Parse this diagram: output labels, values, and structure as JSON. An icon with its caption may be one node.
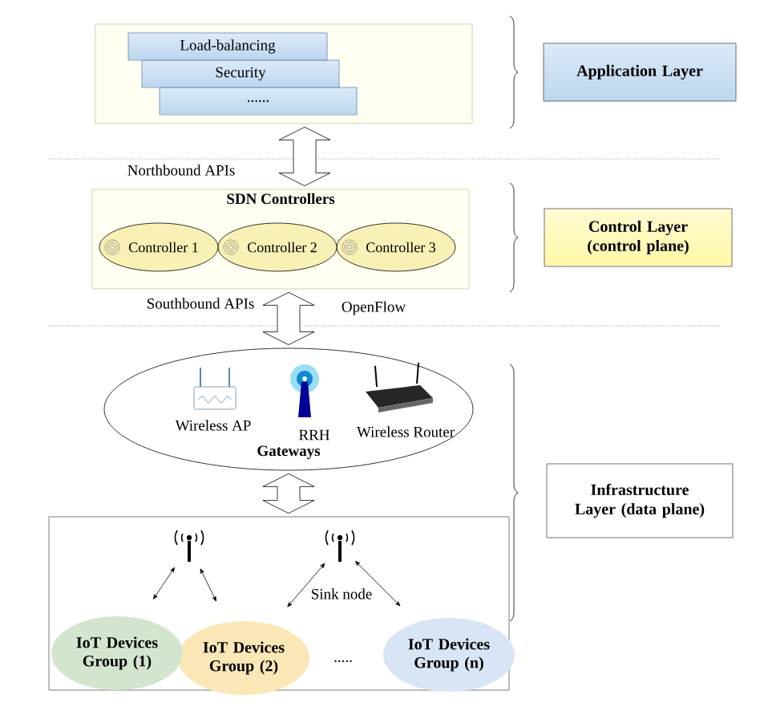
{
  "diagram": {
    "nodes": [
      {
        "text": [],
        "shape": "box"
      },
      {
        "text": [
          "Load-balancing"
        ],
        "in": 0
      },
      {
        "text": [
          "Security"
        ],
        "in": 0
      },
      {
        "text": [
          "......"
        ],
        "in": 0
      },
      {
        "text": [
          "Application Layer"
        ]
      },
      {
        "text": [
          "SDN Controllers"
        ]
      },
      {
        "text": [
          "Controller 1"
        ],
        "in": 5
      },
      {
        "text": [
          "Controller 2"
        ],
        "in": 5
      },
      {
        "text": [
          "Controller 3"
        ],
        "in": 5
      },
      {
        "text": [
          "Control Layer (control plane)"
        ]
      },
      {
        "text": [
          "Gateways"
        ]
      },
      {
        "text": [
          "Wireless AP"
        ],
        "in": 10
      },
      {
        "text": [
          "RRH"
        ],
        "in": 10
      },
      {
        "text": [
          "Wireless Router"
        ],
        "in": 10
      },
      {
        "text": [
          "Infrastructure Layer (data plane)"
        ]
      },
      {
        "text": [],
        "shape": "box"
      },
      {
        "text": [],
        "shape": "antenna",
        "in": 15
      },
      {
        "text": [],
        "shape": "antenna",
        "in": 15
      },
      {
        "text": [
          "IoT Devices Group (1)"
        ],
        "in": 15
      },
      {
        "text": [
          "IoT Devices Group (2)"
        ],
        "in": 15
      },
      {
        "text": [
          "IoT Devices Group (n)"
        ],
        "in": 15
      }
    ],
    "edges": [
      {
        "from": 0,
        "to": 5,
        "arrow": "both",
        "style": "thick"
      },
      {
        "from": 5,
        "to": 10,
        "arrow": "both",
        "style": "thick"
      },
      {
        "from": 10,
        "to": 15,
        "arrow": "both",
        "style": "thick"
      },
      {
        "from": 16,
        "to": 18,
        "arrow": "both"
      },
      {
        "from": 16,
        "to": 19,
        "arrow": "both"
      },
      {
        "from": 17,
        "to": 19,
        "arrow": "both"
      },
      {
        "from": 17,
        "to": 20,
        "arrow": "both"
      }
    ],
    "labels": [
      "Northbound APIs",
      "Southbound APIs",
      "OpenFlow",
      "Sink node",
      "....."
    ]
  }
}
